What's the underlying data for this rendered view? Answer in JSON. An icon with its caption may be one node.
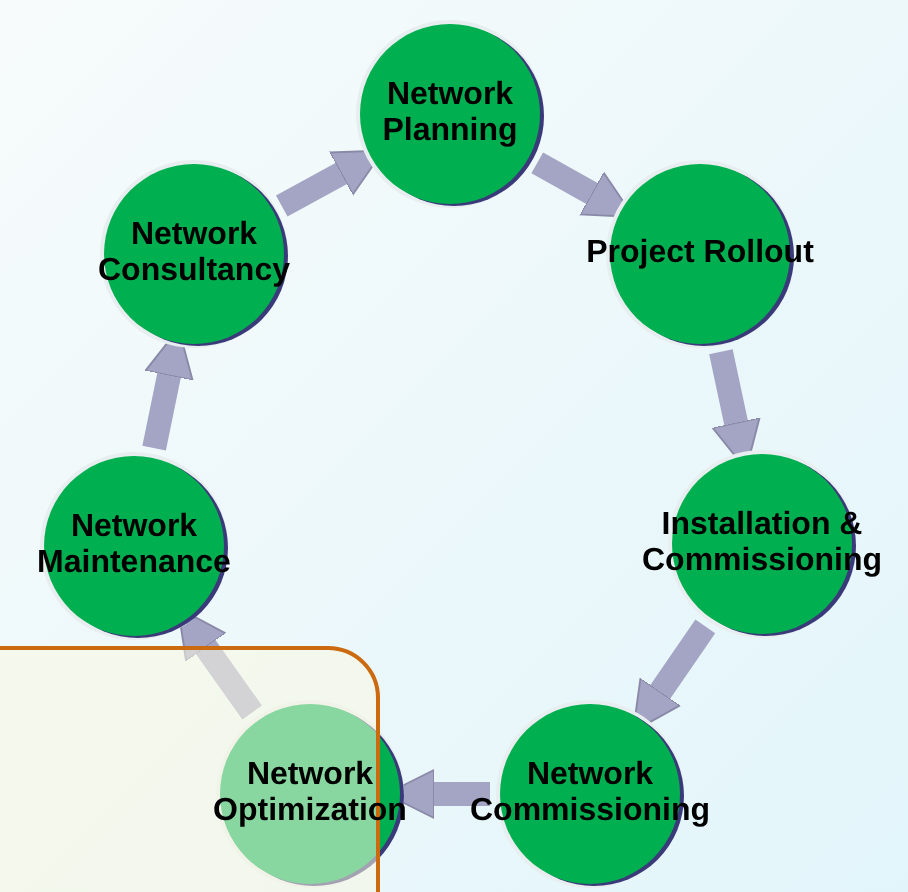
{
  "diagram": {
    "nodes": [
      {
        "text": [
          "Network Planning"
        ]
      },
      {
        "text": [
          "Project Rollout"
        ]
      },
      {
        "text": [
          "Installation & Commissioning"
        ]
      },
      {
        "text": [
          "Network Commissioning"
        ]
      },
      {
        "text": [
          "Network Optimization"
        ]
      },
      {
        "text": [
          "Network Maintenance"
        ]
      },
      {
        "text": [
          "Network Consultancy"
        ]
      }
    ],
    "edges": [
      {
        "from": 0,
        "to": 1,
        "arrow": "to"
      },
      {
        "from": 1,
        "to": 2,
        "arrow": "to"
      },
      {
        "from": 2,
        "to": 3,
        "arrow": "to"
      },
      {
        "from": 3,
        "to": 4,
        "arrow": "to"
      },
      {
        "from": 4,
        "to": 5,
        "arrow": "to"
      },
      {
        "from": 5,
        "to": 6,
        "arrow": "to"
      },
      {
        "from": 6,
        "to": 0,
        "arrow": "to"
      }
    ]
  }
}
